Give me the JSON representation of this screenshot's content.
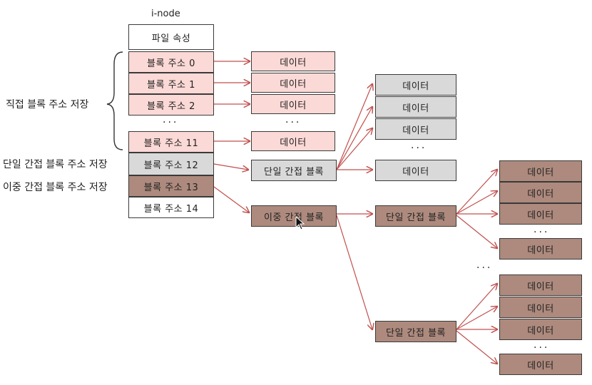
{
  "inode": {
    "title": "i-node",
    "attr": "파일 속성",
    "addr0": "블록 주소 0",
    "addr1": "블록 주소 1",
    "addr2": "블록 주소 2",
    "ellipsis": "...",
    "addr11": "블록 주소 11",
    "addr12": "블록 주소 12",
    "addr13": "블록 주소 13",
    "addr14": "블록 주소 14"
  },
  "labels": {
    "direct": "직접 블록 주소 저장",
    "single": "단일 간접 블록 주소 저장",
    "double": "이중 간접 블록 주소 저장"
  },
  "blocks": {
    "data": "데이터",
    "single_indirect": "단일 간접 블록",
    "double_indirect": "이중 간접 블록",
    "ellipsis": "..."
  },
  "colors": {
    "direct": "#fbd9d6",
    "single": "#d9d9d9",
    "double": "#ad8a7d",
    "arrow": "#c0504d"
  }
}
